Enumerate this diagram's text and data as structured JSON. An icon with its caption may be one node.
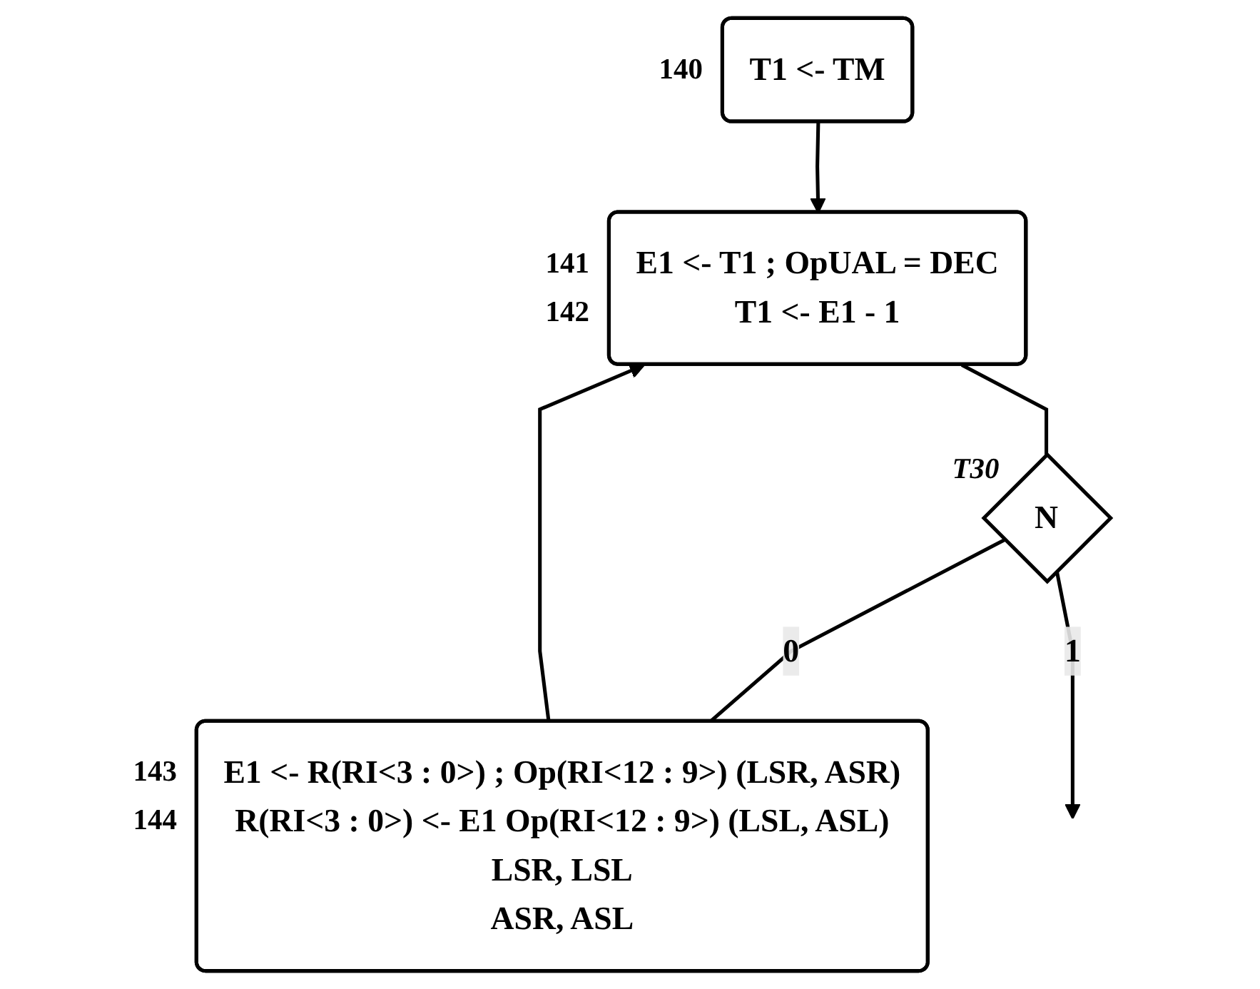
{
  "diagram": {
    "nodes": [
      {
        "text": [
          "T1 <- TM"
        ],
        "beside": [
          "140"
        ]
      },
      {
        "text": [
          "E1 <- T1 ; OpUAL = DEC",
          "T1 <- E1 - 1"
        ],
        "beside": [
          "141",
          "142"
        ]
      },
      {
        "text": [
          "N"
        ],
        "beside": [
          "T30"
        ]
      },
      {
        "text": [
          "E1 <- R(RI<3 : 0>) ; Op(RI<12 : 9>) (LSR, ASR)",
          "R(RI<3 : 0>) <- E1 Op(RI<12 : 9>) (LSL, ASL)",
          "LSR, LSL",
          "ASR, ASL"
        ],
        "beside": [
          "143",
          "144"
        ]
      }
    ],
    "edges": [
      {
        "from": 0,
        "to": 1,
        "arrow": "to"
      },
      {
        "from": 1,
        "to": 2,
        "arrow": "none"
      },
      {
        "from": 2,
        "to": 3,
        "label": "0",
        "arrow": "none"
      },
      {
        "from": 2,
        "to": null,
        "label": "1",
        "arrow": "to"
      },
      {
        "from": 3,
        "to": 1,
        "arrow": "to"
      }
    ]
  }
}
